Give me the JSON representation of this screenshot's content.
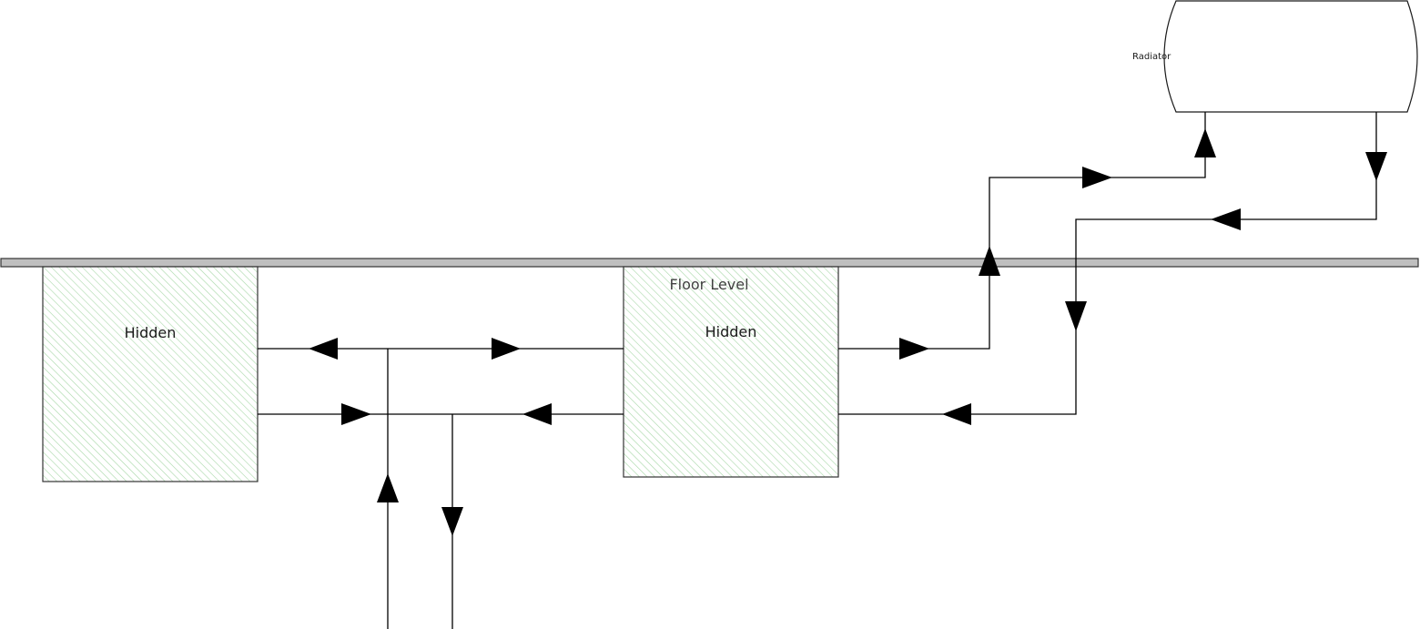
{
  "diagram": {
    "labels": {
      "radiator": "Radiator",
      "floor_level": "Floor Level",
      "hidden_left": "Hidden",
      "hidden_right": "Hidden"
    },
    "colors": {
      "line": "#000000",
      "floor_fill": "#bfbfbf",
      "hatch": "#a9d8a9",
      "box_border": "#333333"
    }
  }
}
